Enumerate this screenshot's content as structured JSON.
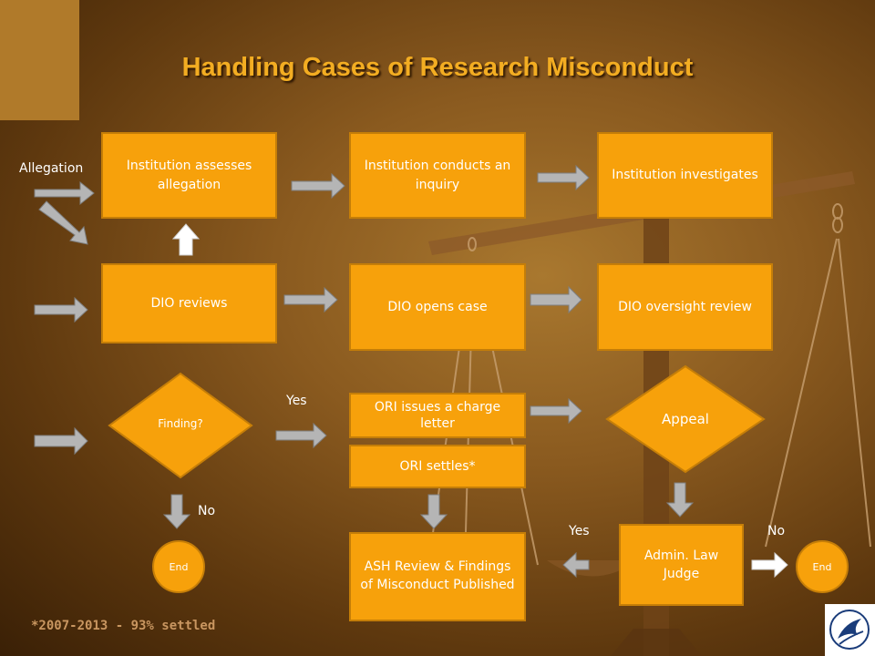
{
  "title": "Handling Cases of Research Misconduct",
  "boxes": {
    "assess": "Institution assesses allegation",
    "inquiry": "Institution conducts an inquiry",
    "investigates": "Institution investigates",
    "dio_reviews": "DIO reviews",
    "dio_opens": "DIO opens case",
    "dio_oversight": "DIO oversight review",
    "charge": "ORI issues a charge letter",
    "settles": "ORI settles*",
    "ash": "ASH Review & Findings of Misconduct Published",
    "alj": "Admin. Law Judge"
  },
  "decisions": {
    "finding": "Finding?",
    "appeal": "Appeal"
  },
  "labels": {
    "allegation": "Allegation",
    "yes_finding": "Yes",
    "no_finding": "No",
    "yes_alj": "Yes",
    "no_alj": "No"
  },
  "ends": {
    "end_left": "End",
    "end_right": "End"
  },
  "footnote": "*2007-2013 - 93% settled",
  "colors": {
    "box": "#f7a10b",
    "title": "#f3ad22",
    "arrow": "#b5b5b5",
    "arrow_white": "#ffffff"
  }
}
